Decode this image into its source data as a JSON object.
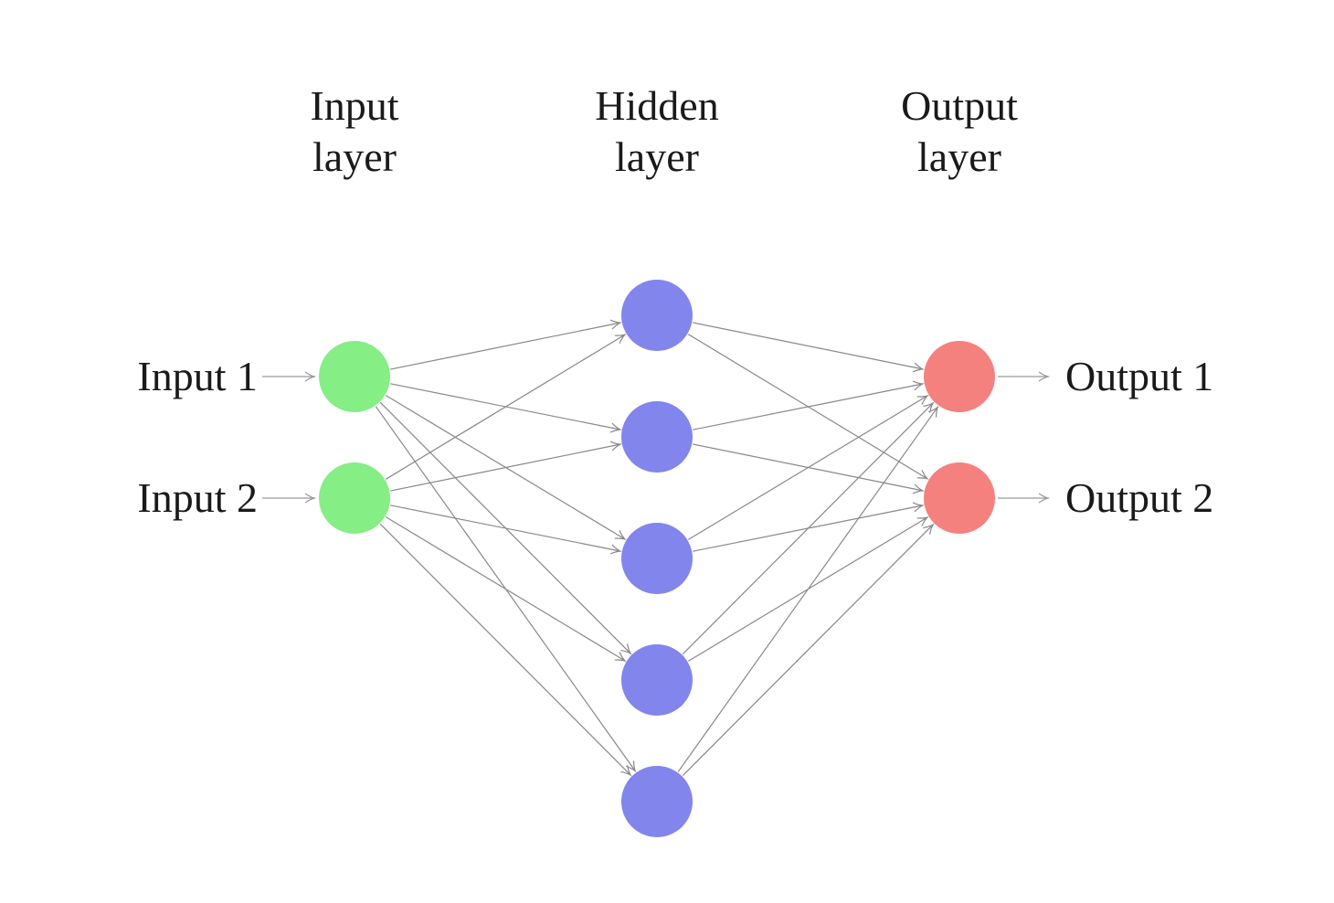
{
  "diagram": {
    "type": "neural-network",
    "layer_titles": [
      {
        "id": "input",
        "lines": [
          "Input",
          "layer"
        ]
      },
      {
        "id": "hidden",
        "lines": [
          "Hidden",
          "layer"
        ]
      },
      {
        "id": "output",
        "lines": [
          "Output",
          "layer"
        ]
      }
    ],
    "layers": [
      {
        "name": "input",
        "node_count": 2,
        "fill": "#85ee85"
      },
      {
        "name": "hidden",
        "node_count": 5,
        "fill": "#8285ec"
      },
      {
        "name": "output",
        "node_count": 2,
        "fill": "#f5817f"
      }
    ],
    "input_labels": [
      "Input 1",
      "Input 2"
    ],
    "output_labels": [
      "Output 1",
      "Output 2"
    ],
    "edge_color": "#888888",
    "io_arrow_color": "#9a9a9a",
    "text_color": "#1a1a1a"
  }
}
